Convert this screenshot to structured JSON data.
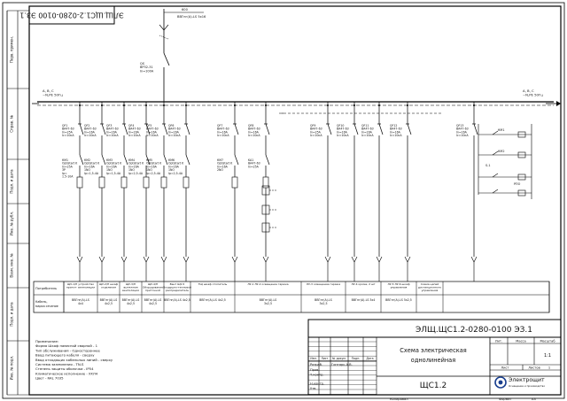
{
  "doc_code": "ЭЛЩ.ЩС1.2-0280-0100 ЭЗ.1",
  "doc_code_rot": "ЭЛЩ.ЩС1.2-0280-0100 ЭЗ.1",
  "feeder": {
    "label1": "ВВГнг(А)-LS 5х16",
    "label2": "ВВГнг",
    "unit": "600"
  },
  "bus_left": "A, B, C\n~N,PE 50Гц",
  "bus_right": "A, B, C\n~N,PE 50Гц",
  "main_breaker": [
    "QS",
    "ВР32-31",
    "In=100А"
  ],
  "circuits": [
    {
      "qf": [
        "QF1",
        "ВА47-63",
        "In=25А",
        "Ic=10кА"
      ],
      "km": [
        "КМ1",
        "Optistart K",
        "In=25А",
        "3P",
        "Iр=",
        "1.5-10А"
      ]
    },
    {
      "qf": [
        "QF2",
        "ВА47-63",
        "In=16А",
        "Ic=10кА"
      ],
      "km": [
        "КМ2",
        "Optistart K",
        "In=16А",
        "1NO",
        "Iр=1,5-4А"
      ]
    },
    {
      "qf": [
        "QF3",
        "ВА47-63",
        "In=16А",
        "Ic=10кА"
      ],
      "km": [
        "КМ3",
        "Optistart K",
        "In=16А",
        "1NO",
        "Iр=1,5-4А"
      ]
    },
    {
      "qf": [
        "QF4",
        "ВА47-63",
        "In=16А",
        "Ic=10кА"
      ],
      "km": [
        "КМ4",
        "Optistart K",
        "In=16А",
        "1NO",
        "Iр=2,5-4А"
      ]
    },
    {
      "qf": [
        "QF5",
        "ВА47-63",
        "In=16А",
        "Ic=10кА"
      ],
      "km": [
        "КМ5",
        "Optistart K",
        "In=16А",
        "1NO",
        "Iр=2,5-4А"
      ]
    },
    {
      "qf": [
        "QF6",
        "ВА47-63",
        "In=16А",
        "Ic=10кА"
      ],
      "km": [
        "КМ6",
        "Optistart K",
        "In=16А",
        "1NO",
        "Iр=2,5-4А"
      ]
    },
    {
      "qf": [
        "QF7",
        "ВА47-63",
        "In=16А",
        "Ic=10кА"
      ],
      "km": [
        "КМ7",
        "Optistart K",
        "In=16А",
        "2NO"
      ]
    },
    {
      "qf": [
        "QF8",
        "ВА47-63",
        "In=16А",
        "Ic=10кА"
      ],
      "km": [
        "KA1",
        "BA47-63",
        "In=25А"
      ]
    },
    {
      "qf": [
        "QF9",
        "ВА47-63",
        "In=25А",
        "Ic=10кА"
      ],
      "km": []
    },
    {
      "qf": [
        "QF10",
        "ВА47-63",
        "In=16А",
        "Ic=10кА"
      ],
      "km": []
    },
    {
      "qf": [
        "QF11",
        "ВА47-63",
        "In=16А",
        "Ic=10кА"
      ],
      "km": []
    },
    {
      "qf": [
        "QF12",
        "ВА47-63",
        "In=16А",
        "Ic=10кА"
      ],
      "km": []
    },
    {
      "qf": [
        "QF13",
        "ВА47-63",
        "In=16А",
        "Ic=10кА"
      ],
      "km": []
    }
  ],
  "ctrl": {
    "km1": "КМ1",
    "km2": "КМ2",
    "sb": "S-1",
    "rpo": "РПО"
  },
  "table": {
    "row_label_1": "Потребитель",
    "row_label_2": "Кабель, марка сечение",
    "consumers": [
      {
        "name": "ЩУ-1/Н устройство приточ- вентиляции",
        "num": "",
        "cable": "ВВГнг(А)-LS\n4х4"
      },
      {
        "name": "ЩУ-2/Н шкаф отделения",
        "num": "",
        "cable": "ВВГнг(А)-LS\n4х2,5"
      },
      {
        "name": "ЩУ-3/Н вытяжная вентиляция",
        "num": "",
        "cable": "ВВГнг(А)-LS\n4х2,5"
      },
      {
        "name": "ЩУ-4/Н Оборудование приточной вент.",
        "num": "",
        "cable": "ВВГнг(А)-LS\n4х2,5"
      },
      {
        "name": "Вент ЩУ-5 Воздушно-тепловой распределитель",
        "num": "",
        "cable": "ВВГнг(А)-LS 4х2,5"
      },
      {
        "name": "ТЩ шкаф отопитель",
        "num": "",
        "cable": "ВВГнг(А)-LS 4х2,5"
      },
      {
        "name": "ЛУ-1 ЛУ-2 освещение гаража",
        "num": "",
        "cable": "ВВГнг(А)-LS\n3х2,5"
      },
      {
        "name": "ЛУ-3 освещение гаража",
        "num": "",
        "cable": "ВВГнг(А)-LS\n3х2,5"
      },
      {
        "name": "ЛУ-4 кроме, 2 шт",
        "num": "",
        "cable": "ВВГнг(А)-LS 3х4"
      },
      {
        "name": "ЛУ-5 ЛУ-6 шкаф управления",
        "num": "",
        "cable": "ВВГнг(А)-LS 5х2,5"
      },
      {
        "name": "Схема цепей дистанционного управления",
        "num": "",
        "cable": ""
      }
    ]
  },
  "notes": [
    "Примечание:",
    "Форма Шкаф навесной сварной - 1",
    "Тип обслуживания - Одностороннее",
    "Ввод питающего кабеля - сверху",
    "Ввод отходящих кабельных линий - сверху",
    "Система заземления - TN-S",
    "Степень защиты оболочки - IP54",
    "Климатическое исполнение - УХЛ4",
    "Цвет - RAL 7035"
  ],
  "left_strip": [
    "Перв. примен.",
    "Справ. №",
    "Подп. и дата",
    "Инв. № дубл.",
    "Взам. инв. №",
    "Подп. и дата",
    "Инв. № подл."
  ],
  "title_block": {
    "code": "ЭЛЩ.ЩС1.2-0280-0100 ЭЗ.1",
    "rows_left": [
      "Изм.",
      "Лист",
      "№ докум.",
      "Подп.",
      "Дата"
    ],
    "roles": [
      "Разраб.",
      "Пров.",
      "Т.контр.",
      "Н.контр.",
      "Утв."
    ],
    "dev_name": "Гонтарь А.В.",
    "title": "Схема электрическая однолинейная",
    "object": "ЩС1.2",
    "lit_label": "Лит.",
    "mass_label": "Масса",
    "scale_label": "Масштаб",
    "scale_value": "1:1",
    "sheet_label": "Лист",
    "sheets_label": "Листов",
    "sheets_value": "1",
    "company": "Электрощит",
    "company_sub": "Оснащение и производство",
    "copied": "Копировал",
    "format": "Формат",
    "format_value": "А3"
  }
}
